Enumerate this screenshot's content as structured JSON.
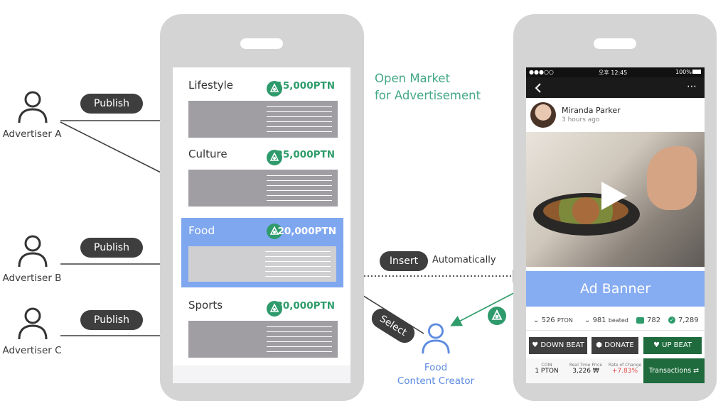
{
  "advertisers": [
    {
      "label": "Advertiser A",
      "action": "Publish"
    },
    {
      "label": "Advertiser B",
      "action": "Publish"
    },
    {
      "label": "Advertiser C",
      "action": "Publish"
    }
  ],
  "market": {
    "title_line1": "Open Market",
    "title_line2": "for Advertisement",
    "categories": [
      {
        "name": "Lifestyle",
        "price": "15,000PTN"
      },
      {
        "name": "Culture",
        "price": "25,000PTN"
      },
      {
        "name": "Food",
        "price": "20,000PTN",
        "selected": true
      },
      {
        "name": "Sports",
        "price": "30,000PTN"
      }
    ]
  },
  "flow": {
    "insert_label": "Insert",
    "automatically_label": "Automatically",
    "select_label": "Select"
  },
  "creator": {
    "line1": "Food",
    "line2": "Content Creator"
  },
  "post": {
    "status_time": "오후 12:45",
    "status_battery": "100%",
    "author": "Miranda Parker",
    "time_ago": "3 hours ago",
    "ad_banner": "Ad Banner",
    "stats": {
      "pton": "526",
      "pton_unit": "PTON",
      "beated": "981",
      "beated_unit": "beated",
      "comments": "782",
      "checks": "7,289"
    },
    "buttons": {
      "down_beat": "DOWN BEAT",
      "donate": "DONATE",
      "up_beat": "UP BEAT"
    },
    "footer": {
      "coin_label": "COIN",
      "coin_value": "1 PTON",
      "price_label": "Real Time Price",
      "price_value": "3,226 ₩",
      "rate_label": "Rate of Change",
      "rate_value": "+7.83%",
      "transactions": "Transactions"
    }
  },
  "colors": {
    "accent_green": "#2e9c6a",
    "dark_green": "#1f6b3d",
    "food_highlight": "#7fa7f0",
    "ad_banner": "#86acf2",
    "creator_blue": "#5d8ce0",
    "pill_dark": "#3e3e3e"
  }
}
